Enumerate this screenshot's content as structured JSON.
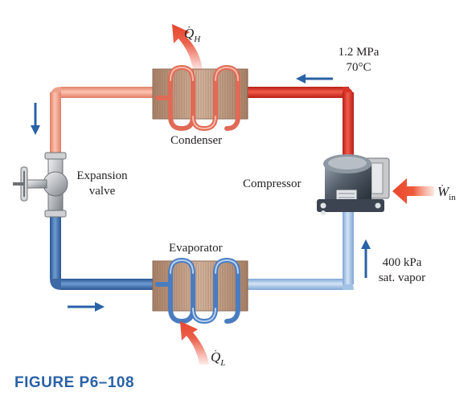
{
  "labels": {
    "condenser": "Condenser",
    "evaporator": "Evaporator",
    "compressor": "Compressor",
    "expansion_line1": "Expansion",
    "expansion_line2": "valve",
    "high_pressure": "1.2 MPa",
    "high_temp": "70°C",
    "low_pressure": "400 kPa",
    "low_state": "sat. vapor"
  },
  "symbols": {
    "heat_high": {
      "letter": "Q",
      "sub": "H"
    },
    "heat_low": {
      "letter": "Q",
      "sub": "L"
    },
    "work_in": {
      "letter": "W",
      "sub": "in"
    }
  },
  "caption": "FIGURE P6–108",
  "colors": {
    "hot_pipe": "#e8392d",
    "warm_pipe": "#f2a08a",
    "cold_pipe": "#3a6fb5",
    "light_cold_pipe": "#a9c7e8",
    "arrow_blue": "#2a62a6",
    "heat_arrow": "#e8452c",
    "coil_box": "#c9a48b",
    "caption": "#2a62a6"
  }
}
